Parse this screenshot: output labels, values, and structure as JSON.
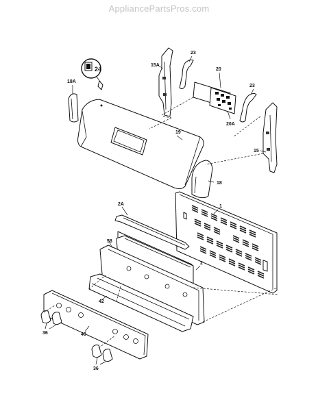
{
  "watermark": "AppliancePartsPros.com",
  "labels": {
    "p24": "24",
    "p15a": "15A",
    "p23_top": "23",
    "p20": "20",
    "p23_right": "23",
    "p18a": "18A",
    "p19": "19",
    "p20a": "20A",
    "p15": "15",
    "p18": "18",
    "p1": "1",
    "p2a": "2A",
    "p58": "58",
    "p2": "2",
    "p42": "42",
    "p40": "40",
    "p36_left": "36",
    "p36_bottom": "36"
  }
}
